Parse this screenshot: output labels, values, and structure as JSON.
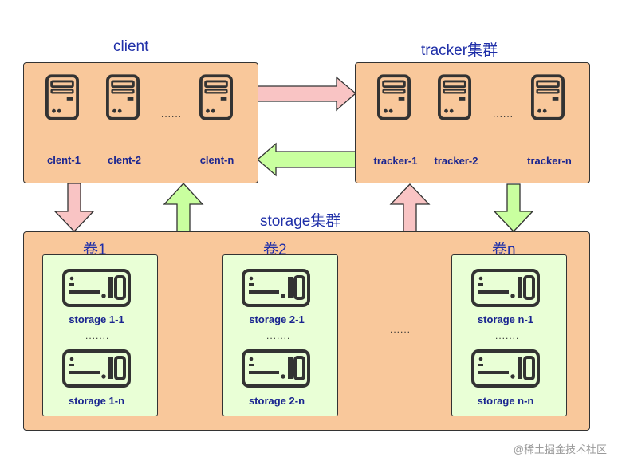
{
  "client": {
    "title": "client",
    "nodes": [
      "clent-1",
      "clent-2",
      "clent-n"
    ],
    "ellipsis": "......"
  },
  "tracker": {
    "title": "tracker集群",
    "nodes": [
      "tracker-1",
      "tracker-2",
      "tracker-n"
    ],
    "ellipsis": "......"
  },
  "storage": {
    "title": "storage集群",
    "ellipsis": "......",
    "volumes": [
      {
        "title": "卷1",
        "top_label": "storage 1-1",
        "bottom_label": "storage 1-n",
        "ellipsis": "......."
      },
      {
        "title": "卷2",
        "top_label": "storage 2-1",
        "bottom_label": "storage 2-n",
        "ellipsis": "......."
      },
      {
        "title": "卷n",
        "top_label": "storage n-1",
        "bottom_label": "storage n-n",
        "ellipsis": "......."
      }
    ]
  },
  "watermark": "@稀土掘金技术社区",
  "colors": {
    "panel": "#f9c89b",
    "volume": "#e9ffd6",
    "pink_arrow": "#f9c4c4",
    "green_arrow": "#c9ff9f",
    "title_text": "#1f2fa8"
  },
  "icons": {
    "server": "server-tower-icon",
    "disk": "disk-drive-icon"
  }
}
